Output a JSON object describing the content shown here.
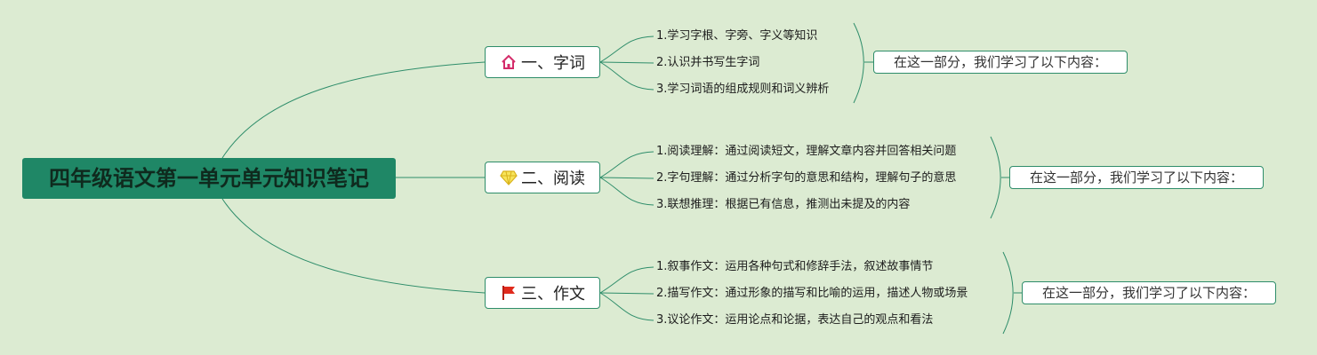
{
  "root": {
    "title": "四年级语文第一单元单元知识笔记"
  },
  "branches": [
    {
      "label": "一、字词",
      "icon": "home-icon",
      "icon_color": "#d42c6a",
      "items": [
        "1.学习字根、字旁、字义等知识",
        "2.认识并书写生字词",
        "3.学习词语的组成规则和词义辨析"
      ],
      "summary": "在这一部分，我们学习了以下内容："
    },
    {
      "label": "二、阅读",
      "icon": "diamond-icon",
      "icon_color": "#f2d32e",
      "items": [
        "1.阅读理解：通过阅读短文，理解文章内容并回答相关问题",
        "2.字句理解：通过分析字句的意思和结构，理解句子的意思",
        "3.联想推理：根据已有信息，推测出未提及的内容"
      ],
      "summary": "在这一部分，我们学习了以下内容："
    },
    {
      "label": "三、作文",
      "icon": "flag-icon",
      "icon_color": "#e02a1c",
      "items": [
        "1.叙事作文：运用各种句式和修辞手法，叙述故事情节",
        "2.描写作文：通过形象的描写和比喻的运用，描述人物或场景",
        "3.议论作文：运用论点和论据，表达自己的观点和看法"
      ],
      "summary": "在这一部分，我们学习了以下内容："
    }
  ],
  "colors": {
    "background": "#dcebd2",
    "root_fill": "#1f8766",
    "line": "#2e8d6a"
  }
}
